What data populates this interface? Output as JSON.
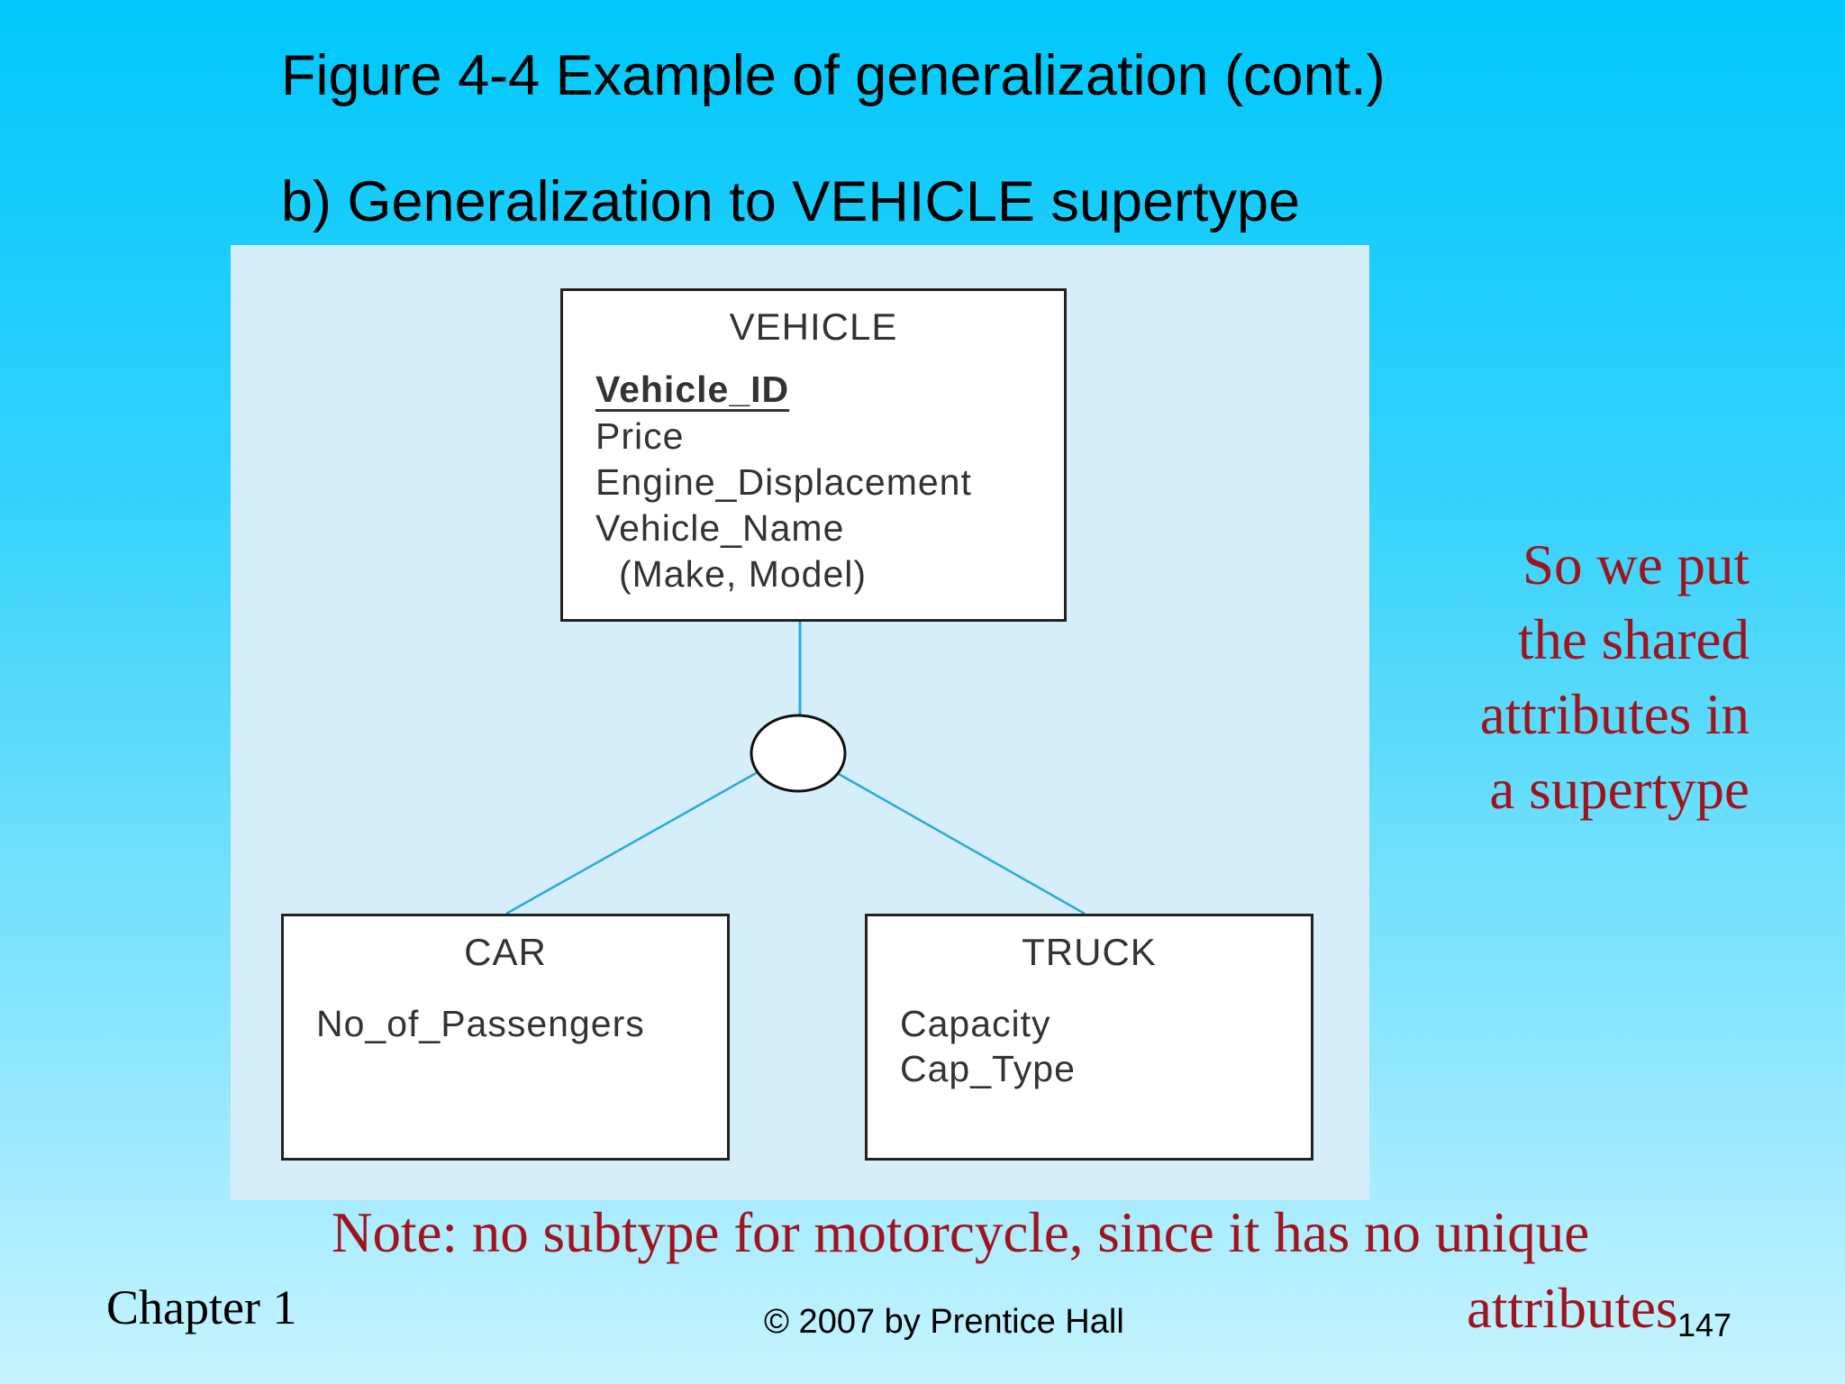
{
  "slide": {
    "title": "Figure 4-4 Example of generalization (cont.)",
    "subtitle": "b) Generalization to VEHICLE supertype"
  },
  "diagram": {
    "supertype": {
      "name": "VEHICLE",
      "identifier": "Vehicle_ID",
      "attributes": [
        "Price",
        "Engine_Displacement",
        "Vehicle_Name",
        "(Make, Model)"
      ]
    },
    "subtypes": [
      {
        "name": "CAR",
        "attributes": [
          "No_of_Passengers"
        ]
      },
      {
        "name": "TRUCK",
        "attributes": [
          "Capacity",
          "Cap_Type"
        ]
      }
    ],
    "colors": {
      "connector": "#29a9dc",
      "panel": "#d6eefa",
      "box_border": "#222222"
    }
  },
  "notes": {
    "side": [
      "So we put",
      "the shared",
      "attributes in",
      "a supertype"
    ],
    "bottom_line1": "Note: no subtype for motorcycle, since it has no unique",
    "bottom_line2": "attributes",
    "color": "#a0141e"
  },
  "footer": {
    "chapter": "Chapter 1",
    "copyright": "© 2007 by Prentice Hall",
    "page_number": "147"
  }
}
